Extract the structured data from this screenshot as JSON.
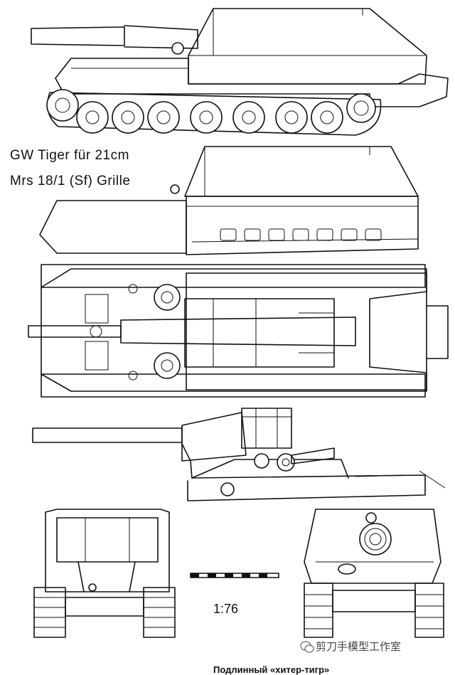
{
  "title": {
    "line1": "GW Tiger für 21cm",
    "line2": "Mrs 18/1 (Sf) Grille"
  },
  "scale_label": "1:76",
  "watermark": "剪刀手模型工作室",
  "watermark_icon": "wechat-icon",
  "caption": "Подлинный «хитер-тигр»",
  "colors": {
    "ink": "#111111",
    "paper": "#ffffff"
  },
  "views": [
    "side-view-top",
    "top-view-upper",
    "plan-view",
    "side-view-open",
    "front-view",
    "rear-view"
  ]
}
